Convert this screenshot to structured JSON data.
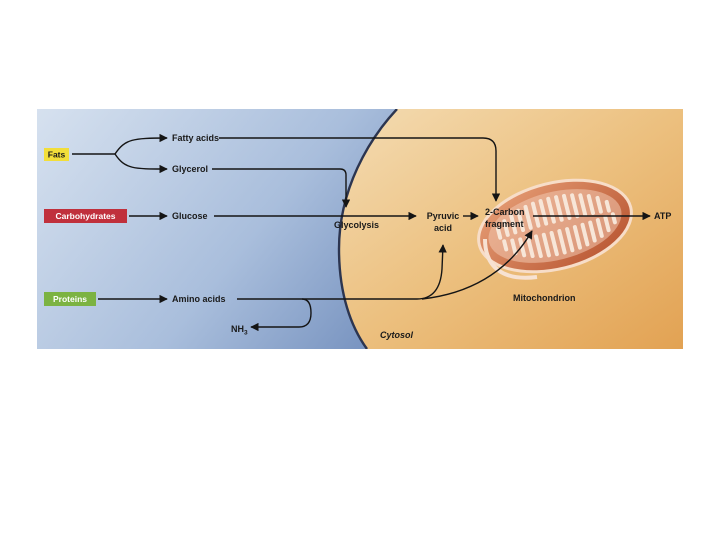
{
  "sources": {
    "fats": "Fats",
    "carbohydrates": "Carbohydrates",
    "proteins": "Proteins"
  },
  "intermediates": {
    "fatty_acids": "Fatty acids",
    "glycerol": "Glycerol",
    "glucose": "Glucose",
    "amino_acids": "Amino acids",
    "nh3": "NH",
    "nh3_sub": "3"
  },
  "pathway": {
    "glycolysis": "Glycolysis",
    "pyruvic_line1": "Pyruvic",
    "pyruvic_line2": "acid",
    "fragment_line1": "2-Carbon",
    "fragment_line2": "fragment",
    "atp": "ATP"
  },
  "regions": {
    "cytosol": "Cytosol",
    "mitochondrion": "Mitochondrion"
  },
  "colors": {
    "fats_box": "#f2de3a",
    "carbohydrates_box": "#c0303c",
    "proteins_box": "#7cb342",
    "atp_text": "#d0312d",
    "cytosol_bg": "#e9b46a",
    "extracellular_bg": "#4e6fa8"
  }
}
